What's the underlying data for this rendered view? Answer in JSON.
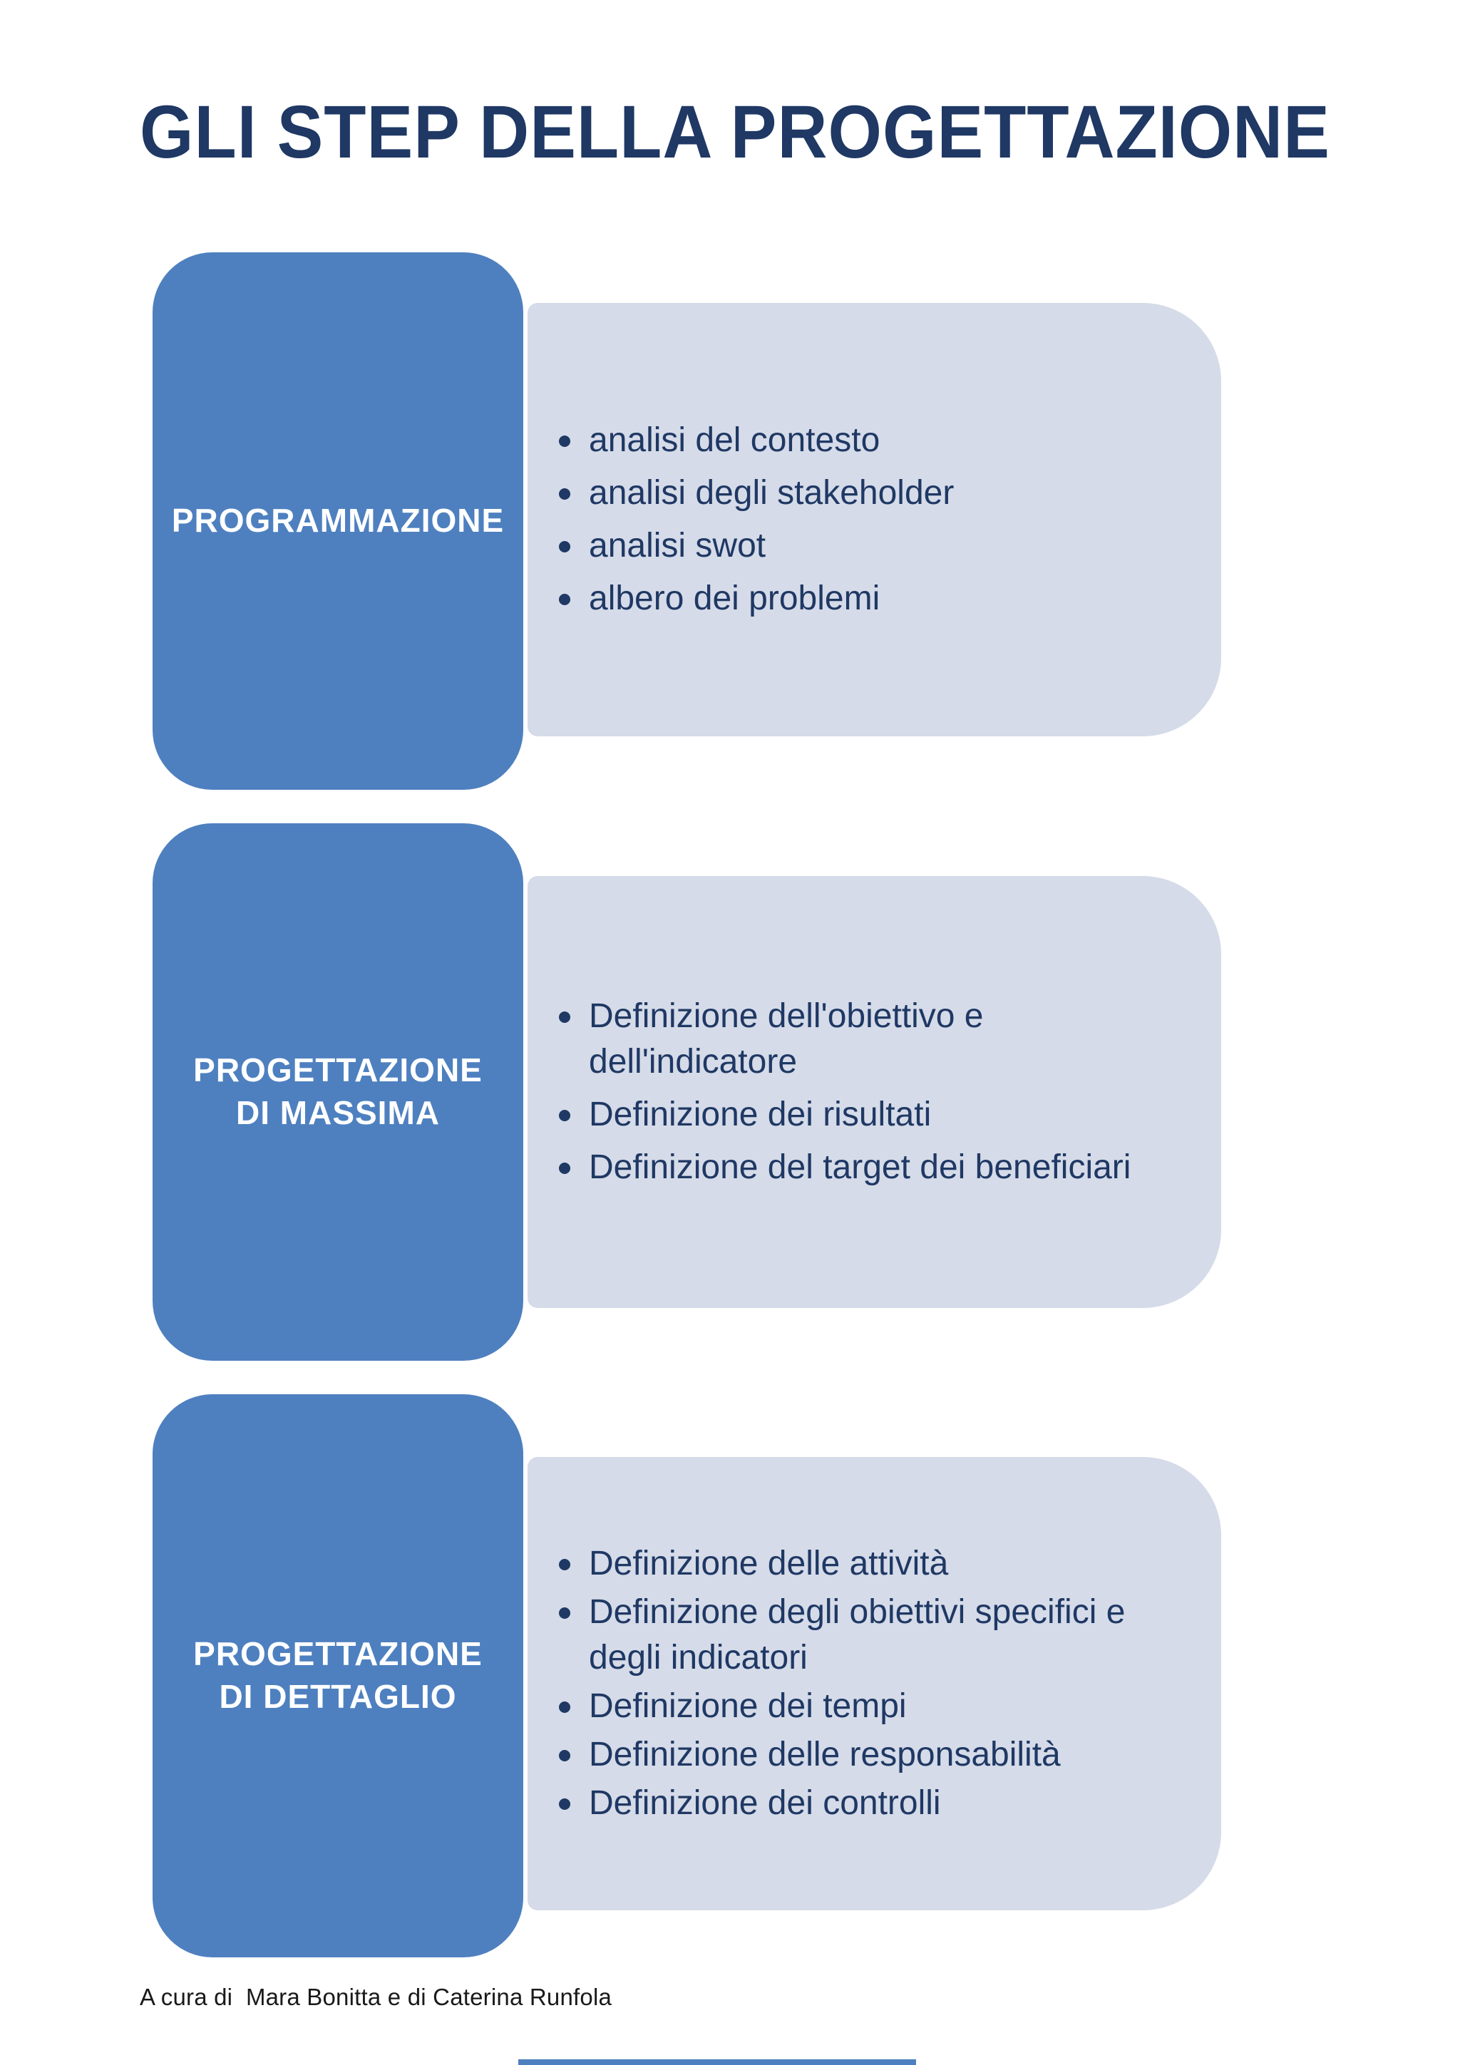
{
  "page": {
    "title": "GLI STEP DELLA PROGETTAZIONE",
    "footer": "A cura di  Mara Bonitta e di Caterina Runfola"
  },
  "colors": {
    "block_blue": "#4E80C0",
    "bubble_light_blue": "#D5DBE8",
    "text_navy": "#1F3864",
    "label_white": "#FFFFFF",
    "footer_black": "#1A1A1A"
  },
  "steps": [
    {
      "label": "PROGRAMMAZIONE",
      "bullets": [
        "analisi del contesto",
        "analisi degli stakeholder",
        "analisi swot",
        "albero dei problemi"
      ]
    },
    {
      "label": "PROGETTAZIONE DI MASSIMA",
      "bullets": [
        "Definizione dell'obiettivo e dell'indicatore",
        "Definizione dei risultati",
        "Definizione del target dei beneficiari"
      ]
    },
    {
      "label": "PROGETTAZIONE DI DETTAGLIO",
      "bullets": [
        "Definizione delle attività",
        "Definizione degli obiettivi specifici e degli indicatori",
        "Definizione dei tempi",
        "Definizione delle responsabilità",
        "Definizione dei controlli"
      ]
    }
  ]
}
